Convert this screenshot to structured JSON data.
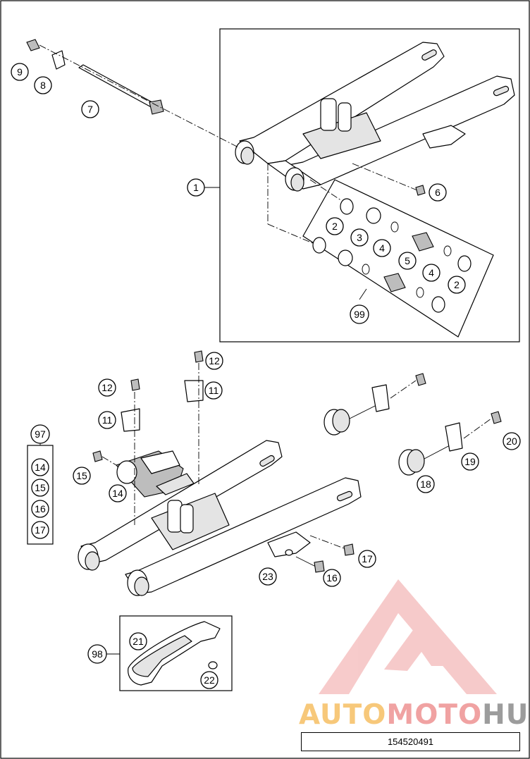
{
  "callouts": {
    "swingarm": "1",
    "bearing_seal_outer": "2",
    "bushing": "3",
    "o_ring": "4",
    "needle_bearing": "5",
    "nut_small": "6",
    "pivot_axle": "7",
    "lock_plate": "8",
    "axle_nut": "9",
    "chain_slider_clamp": "11",
    "screw_small": "12",
    "chain_guide_body": "14",
    "nut_chain_guide": "15",
    "screw_chain_guide": "16",
    "nut_rear": "17",
    "chain_adjuster_block": "18",
    "chain_adjuster_plate": "19",
    "adjuster_nut": "20",
    "chain_slider": "21",
    "slider_screw": "22",
    "washer": "23",
    "kit_chain_guide": "97",
    "kit_chain_slider": "98",
    "kit_bearings": "99"
  },
  "kit_97_items": [
    "14",
    "15",
    "16",
    "17"
  ],
  "brand": {
    "part1": "AUTO",
    "part2": "MOTO",
    "part3": "HUB",
    "colors": {
      "auto": "#f7c87a",
      "moto": "#f0a2a2",
      "hub": "#9c9c9c",
      "logo_mark": "#f0a0a0"
    }
  },
  "drawing_number": "154520491"
}
